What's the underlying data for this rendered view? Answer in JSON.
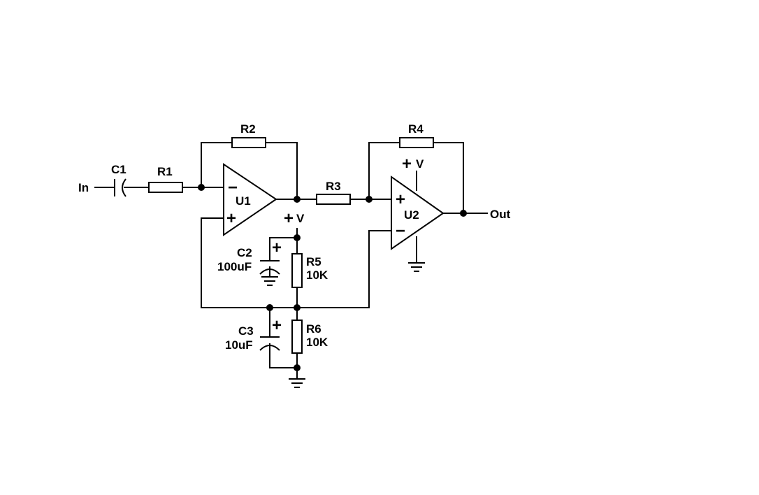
{
  "diagram": {
    "input_label": "In",
    "output_label": "Out",
    "components": {
      "C1": {
        "name": "C1"
      },
      "R1": {
        "name": "R1"
      },
      "R2": {
        "name": "R2"
      },
      "R3": {
        "name": "R3"
      },
      "R4": {
        "name": "R4"
      },
      "R5": {
        "name": "R5",
        "value": "10K"
      },
      "R6": {
        "name": "R6",
        "value": "10K"
      },
      "C2": {
        "name": "C2",
        "value": "100uF"
      },
      "C3": {
        "name": "C3",
        "value": "10uF"
      },
      "U1": {
        "name": "U1"
      },
      "U2": {
        "name": "U2"
      }
    },
    "supply_label": "V",
    "plus": "+",
    "minus": "−"
  }
}
